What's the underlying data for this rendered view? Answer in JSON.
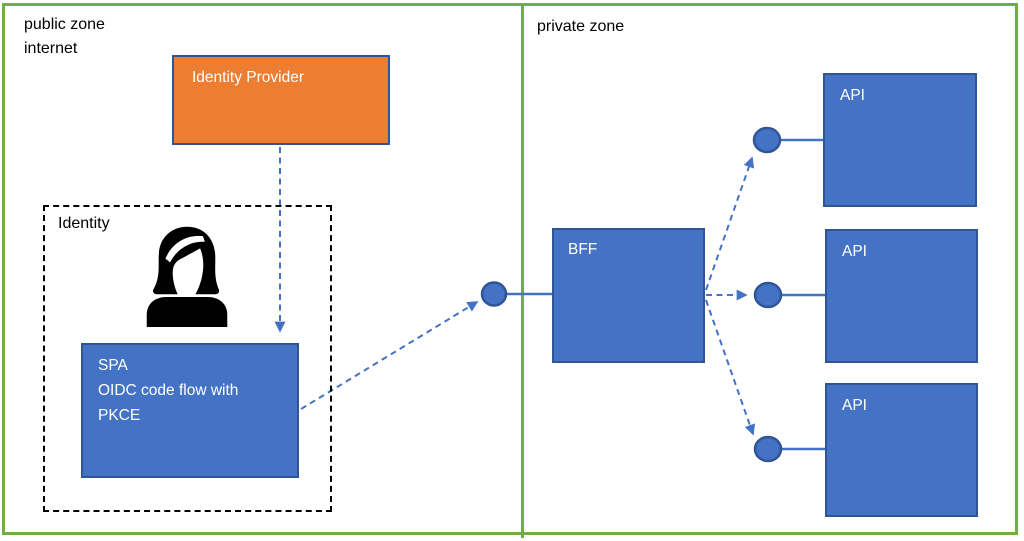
{
  "zones": {
    "public": {
      "line1": "public zone",
      "line2": "internet"
    },
    "private": {
      "label": "private zone"
    }
  },
  "nodes": {
    "identity_provider": {
      "label": "Identity Provider"
    },
    "identity_group": {
      "label": "Identity"
    },
    "spa": {
      "line1": "SPA",
      "line2": "OIDC code flow with",
      "line3": "PKCE"
    },
    "bff": {
      "label": "BFF"
    },
    "api_top": {
      "label": "API"
    },
    "api_middle": {
      "label": "API"
    },
    "api_bottom": {
      "label": "API"
    }
  },
  "icons": {
    "user": "woman-silhouette-icon"
  },
  "colors": {
    "zone_border": "#70AD47",
    "node_fill": "#4472C4",
    "node_border": "#2F5597",
    "idp_fill": "#ED7D31",
    "connector": "#4472C4",
    "group_border": "#000000",
    "node_text": "#FFFFFF",
    "zone_text": "#000000"
  }
}
